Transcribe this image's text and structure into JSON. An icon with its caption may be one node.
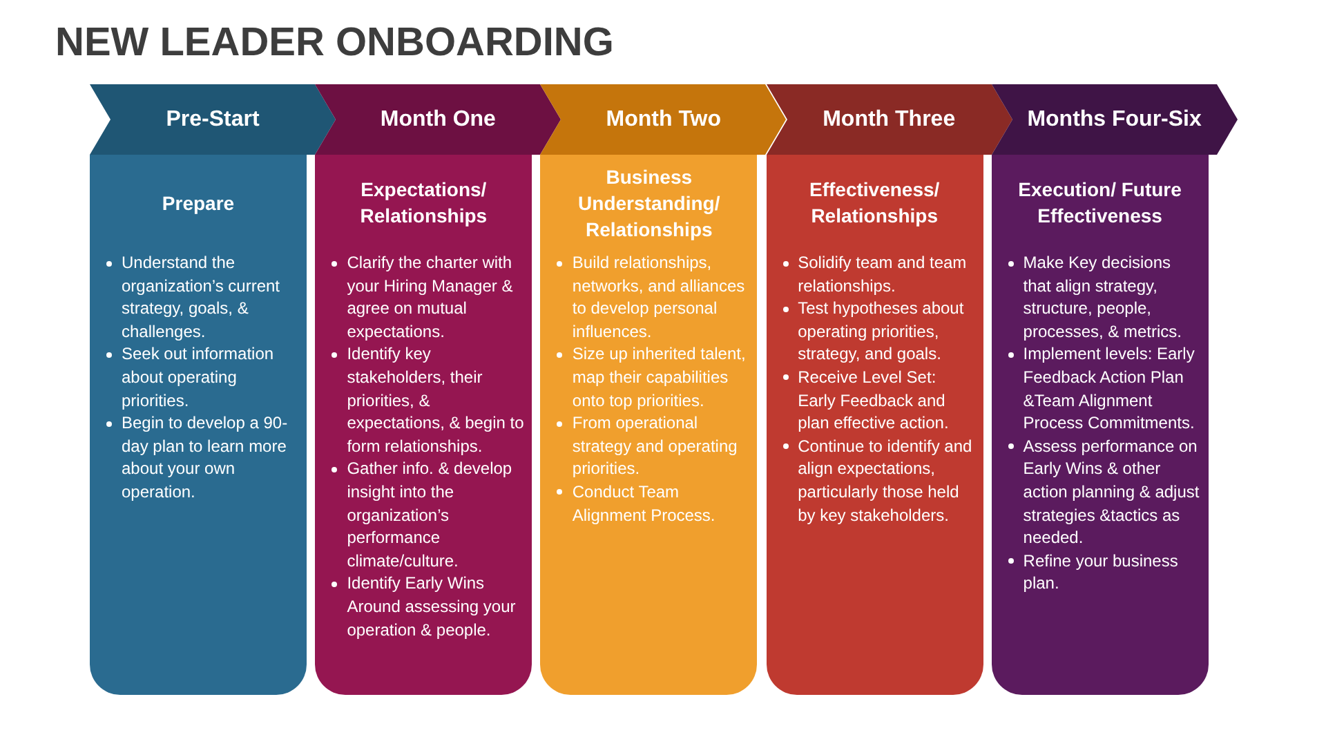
{
  "diagram": {
    "title": "NEW LEADER ONBOARDING",
    "nodes": [
      {
        "text": [
          "Pre-Start"
        ]
      },
      {
        "text": [
          "Prepare",
          "Understand the organization’s current strategy, goals, & challenges.",
          "Seek out information about operating priorities.",
          "Begin to develop a 90-day plan to learn more about your own operation."
        ]
      },
      {
        "text": [
          "Month One"
        ]
      },
      {
        "text": [
          "Expectations/ Relationships",
          "Clarify the charter with your Hiring Manager & agree on mutual expectations.",
          "Identify key stakeholders, their priorities, & expectations, & begin to form relationships.",
          "Gather info. & develop insight into the organization’s performance climate/culture.",
          "Identify Early Wins Around assessing your operation & people."
        ]
      },
      {
        "text": [
          "Month Two"
        ]
      },
      {
        "text": [
          "Business Understanding/ Relationships",
          "Build relationships, networks, and alliances to develop personal influences.",
          "Size up inherited talent, map their capabilities onto top priorities.",
          "From operational strategy and operating priorities.",
          "Conduct Team Alignment Process."
        ]
      },
      {
        "text": [
          "Month Three"
        ]
      },
      {
        "text": [
          "Effectiveness/ Relationships",
          "Solidify team and team relationships.",
          "Test hypotheses about operating priorities, strategy, and goals.",
          "Receive Level Set: Early Feedback and plan effective action.",
          "Continue to identify and align expectations, particularly those held by key stakeholders."
        ]
      },
      {
        "text": [
          "Months Four-Six"
        ]
      },
      {
        "text": [
          "Execution/ Future Effectiveness",
          "Make Key decisions that align strategy, structure, people, processes, & metrics.",
          "Implement levels: Early Feedback Action Plan &Team Alignment Process Commitments.",
          "Assess performance on Early Wins & other action planning & adjust strategies &tactics as needed.",
          "Refine your business plan."
        ]
      }
    ]
  }
}
